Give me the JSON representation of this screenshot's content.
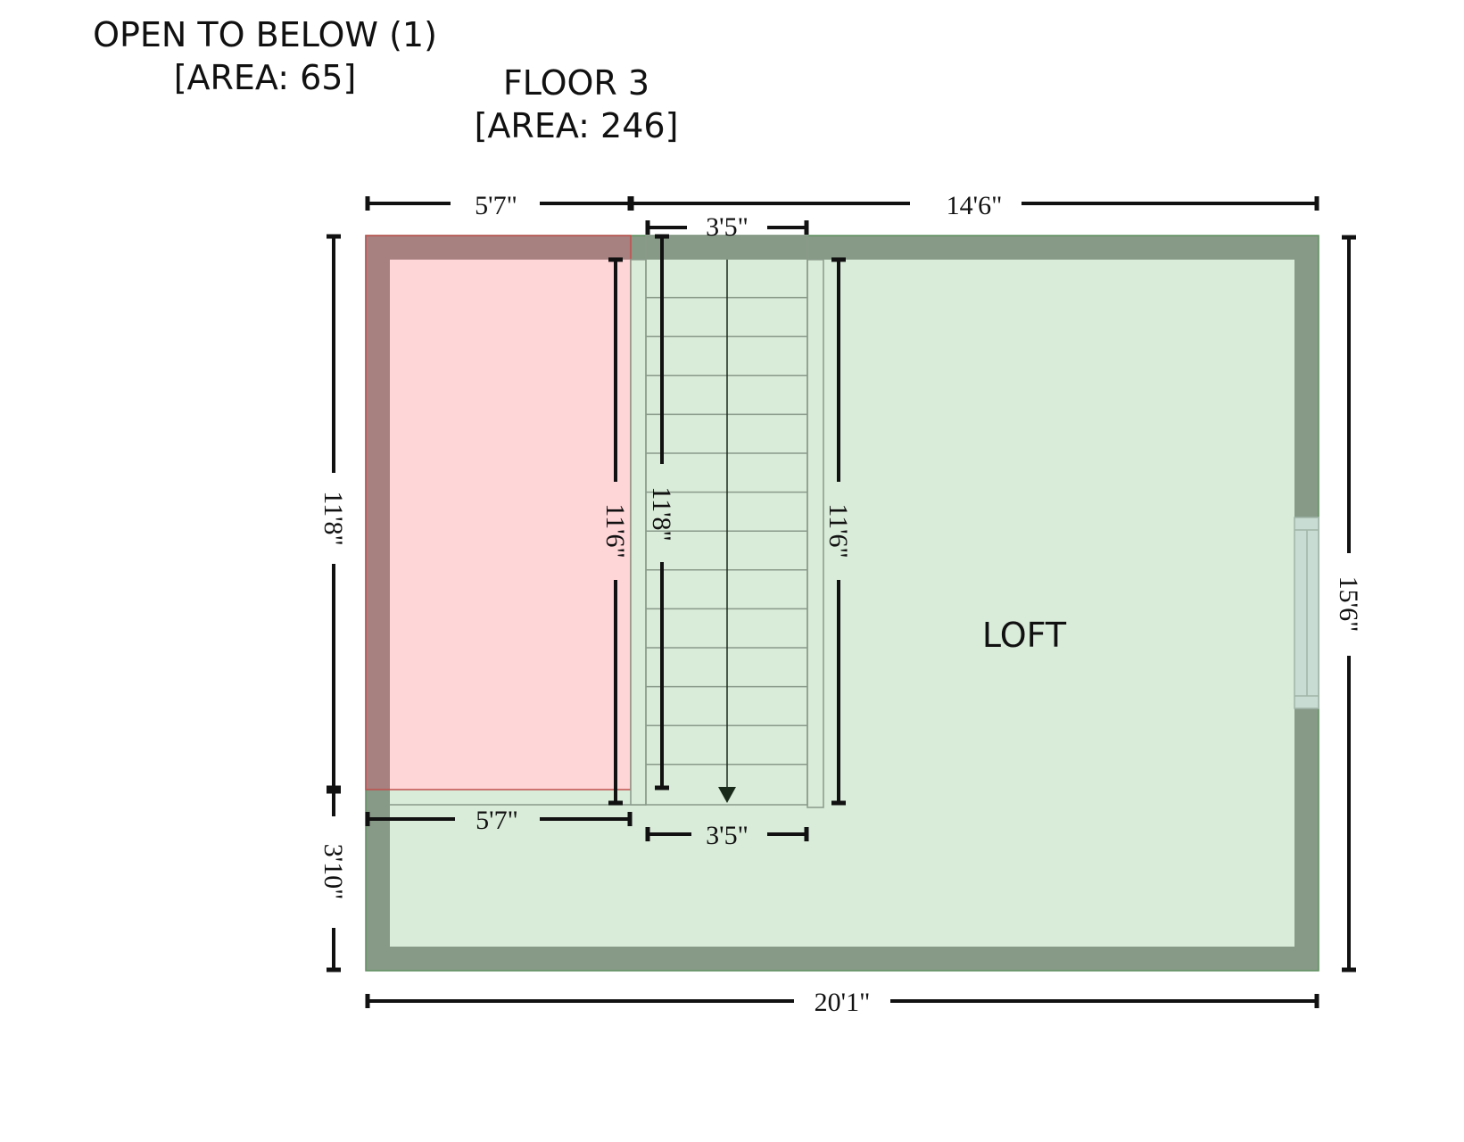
{
  "labels": {
    "open_to_below_title": "OPEN TO BELOW (1)",
    "open_to_below_area": "[AREA: 65]",
    "floor_title": "FLOOR 3",
    "floor_area": "[AREA: 246]",
    "room_loft": "LOFT"
  },
  "dimensions": {
    "top_left_width": "5'7\"",
    "top_right_width": "14'6\"",
    "stair_top_width": "3'5\"",
    "left_upper_height": "11'8\"",
    "left_lower_height": "3'10\"",
    "open_inner_height": "11'6\"",
    "stair_inner_height": "11'8\"",
    "stair_right_height": "11'6\"",
    "open_bottom_width": "5'7\"",
    "stair_bottom_width": "3'5\"",
    "overall_width": "20'1\"",
    "overall_height": "15'6\""
  },
  "colors": {
    "wall": "#879a87",
    "floor_fill": "#d9ebd9",
    "open_area_fill": "#ffd6d8",
    "open_area_wall": "#a78080",
    "open_area_border": "#c0504d",
    "stair_line": "#8a9a8a",
    "window_fill": "#c9dcd3"
  }
}
